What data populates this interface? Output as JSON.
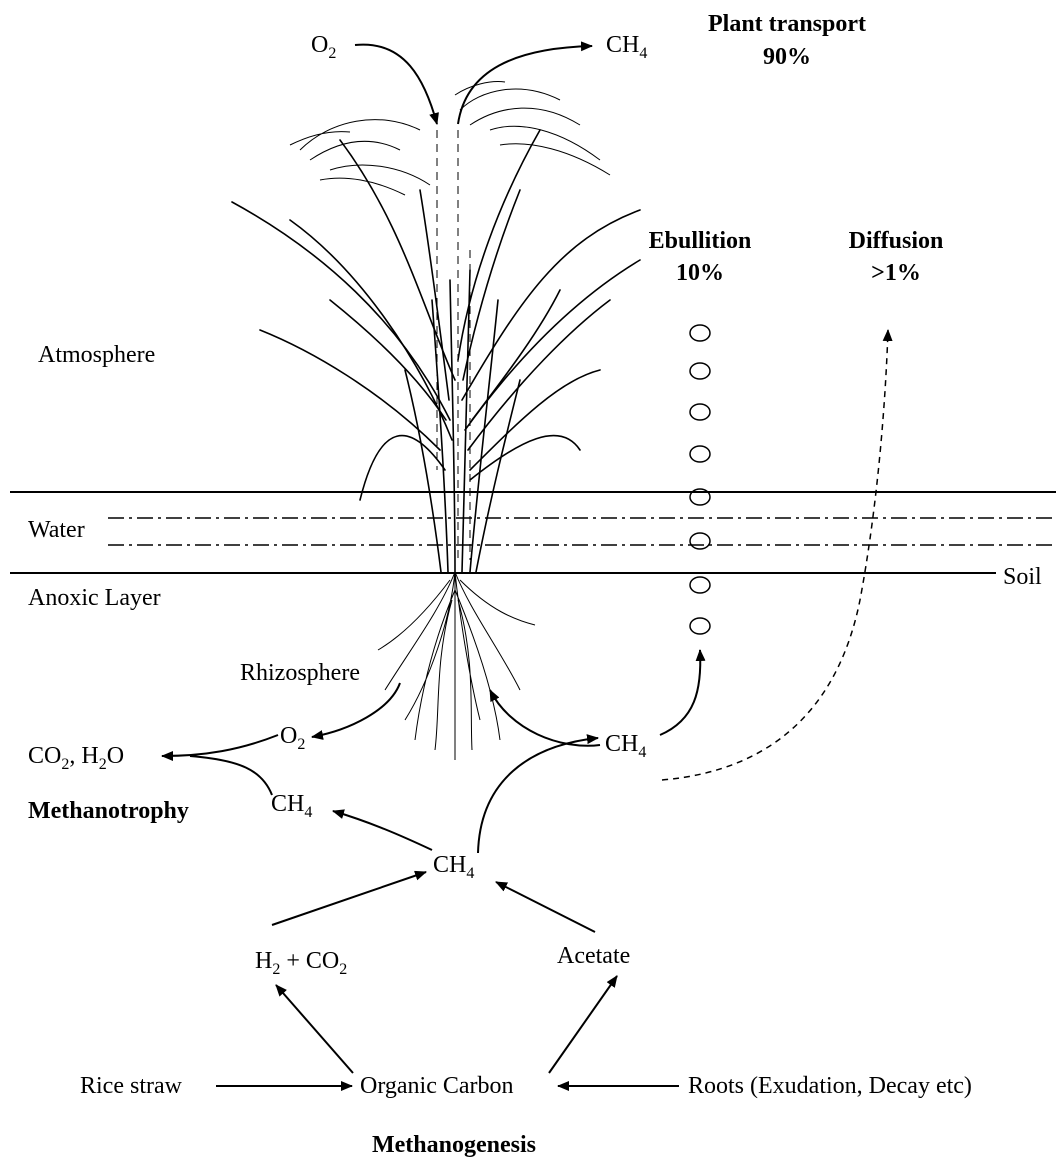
{
  "title": "Plant transport",
  "title_pct": "90%",
  "ebullition": {
    "label": "Ebullition",
    "pct": "10%"
  },
  "diffusion": {
    "label": "Diffusion",
    "pct": ">1%"
  },
  "layers": {
    "atmosphere": "Atmosphere",
    "water": "Water",
    "anoxic": "Anoxic Layer",
    "soil": "Soil",
    "rhizosphere": "Rhizosphere"
  },
  "species": {
    "o2_top": {
      "main": "O",
      "sub": "2"
    },
    "ch4_top": {
      "main": "CH",
      "sub": "4"
    },
    "o2_root": {
      "main": "O",
      "sub": "2"
    },
    "co2_h2o": {
      "a": "CO",
      "a_sub": "2",
      "b": ", H",
      "b_sub": "2",
      "c": "O"
    },
    "ch4_oxid": {
      "main": "CH",
      "sub": "4"
    },
    "ch4_upper": {
      "main": "CH",
      "sub": "4"
    },
    "ch4_center": {
      "main": "CH",
      "sub": "4"
    },
    "h2_co2": {
      "a": "H",
      "a_sub": "2",
      "b": " + CO",
      "b_sub": "2"
    },
    "acetate": "Acetate"
  },
  "processes": {
    "methanotrophy": "Methanotrophy",
    "methanogenesis": "Methanogenesis"
  },
  "sources": {
    "rice_straw": "Rice straw",
    "organic_carbon": "Organic Carbon",
    "roots": "Roots (Exudation, Decay etc)"
  }
}
